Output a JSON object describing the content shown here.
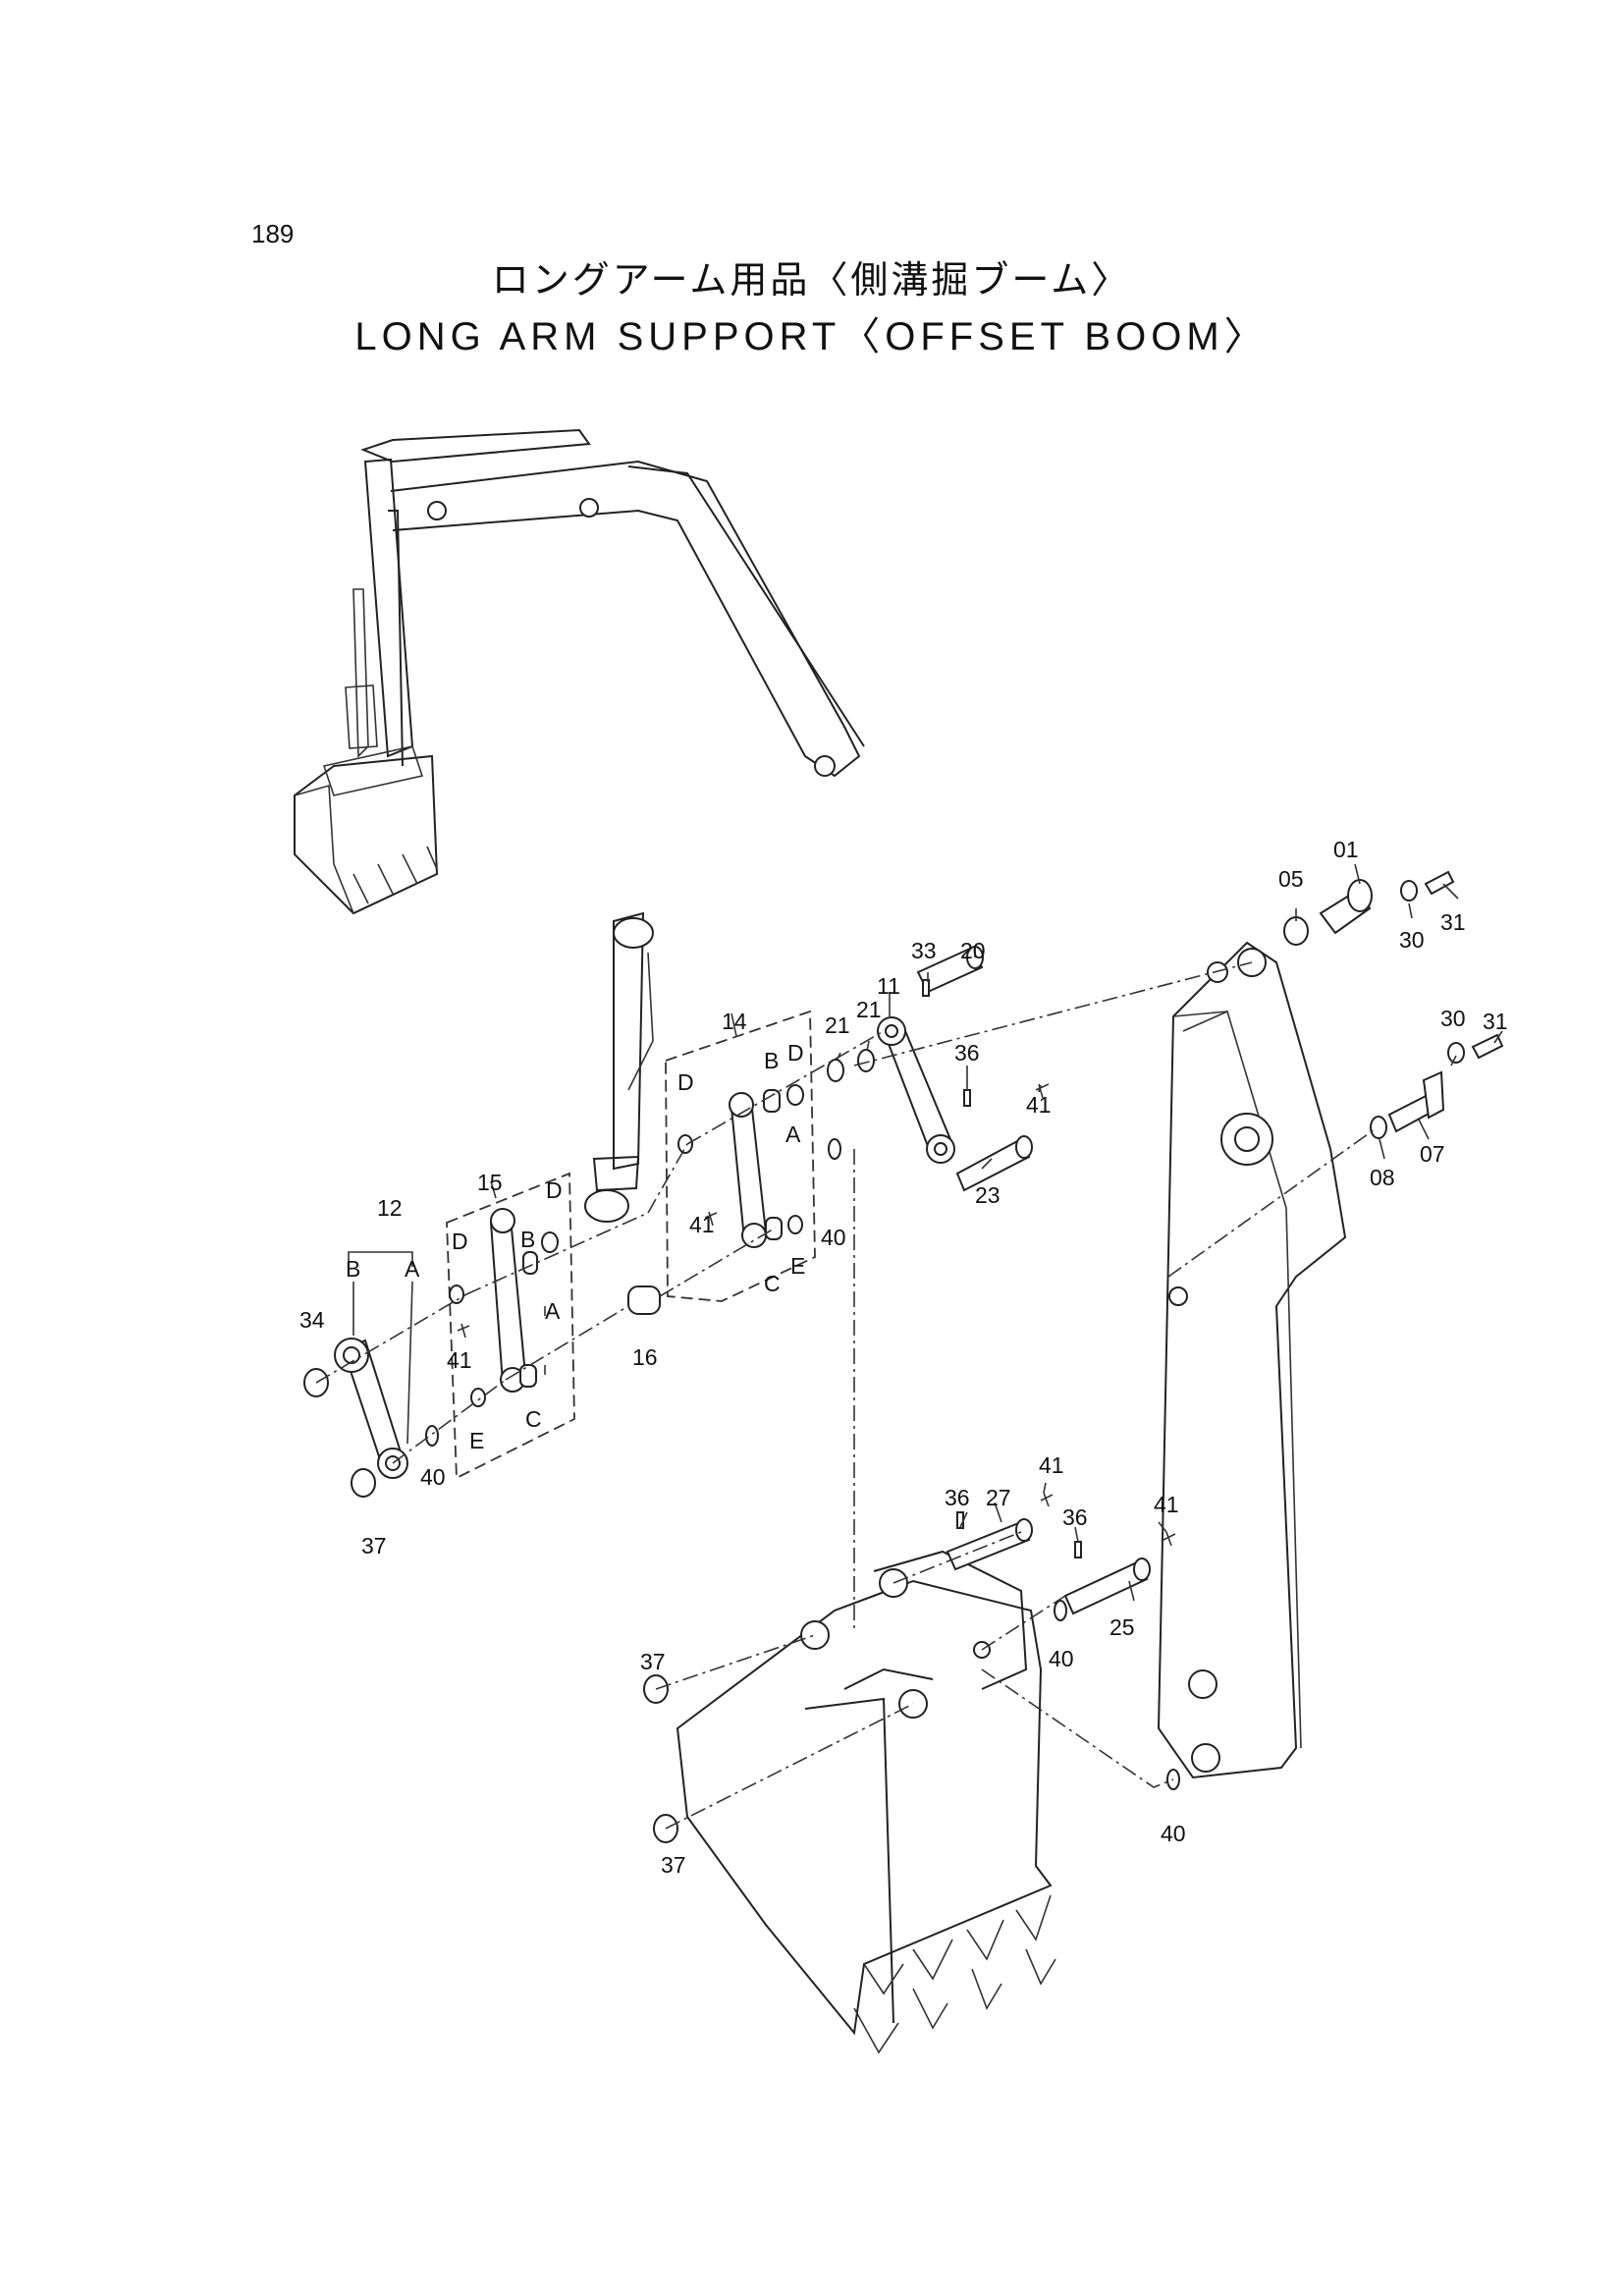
{
  "page_number": "189",
  "title_jp": "ロングアーム用品〈側溝掘ブーム〉",
  "title_en": "LONG ARM SUPPORT〈OFFSET BOOM〉",
  "callouts": {
    "c01": "01",
    "c05": "05",
    "c07": "07",
    "c08": "08",
    "c11": "11",
    "c12": "12",
    "c14": "14",
    "c15": "15",
    "c16": "16",
    "c20": "20",
    "c21a": "21",
    "c21b": "21",
    "c23": "23",
    "c25": "25",
    "c27": "27",
    "c30a": "30",
    "c30b": "30",
    "c31a": "31",
    "c31b": "31",
    "c33": "33",
    "c34": "34",
    "c36a": "36",
    "c36b": "36",
    "c36c": "36",
    "c37a": "37",
    "c37b": "37",
    "c37c": "37",
    "c40a": "40",
    "c40b": "40",
    "c40c": "40",
    "c40d": "40",
    "c41a": "41",
    "c41b": "41",
    "c41c": "41",
    "c41d": "41",
    "c41e": "41"
  },
  "sub_labels": {
    "a12": "A",
    "b12": "B",
    "a15": "A",
    "b15": "B",
    "c15": "C",
    "d15a": "D",
    "d15b": "D",
    "e15": "E",
    "a14": "A",
    "b14": "B",
    "c14": "C",
    "d14a": "D",
    "d14b": "D",
    "e14": "E"
  }
}
